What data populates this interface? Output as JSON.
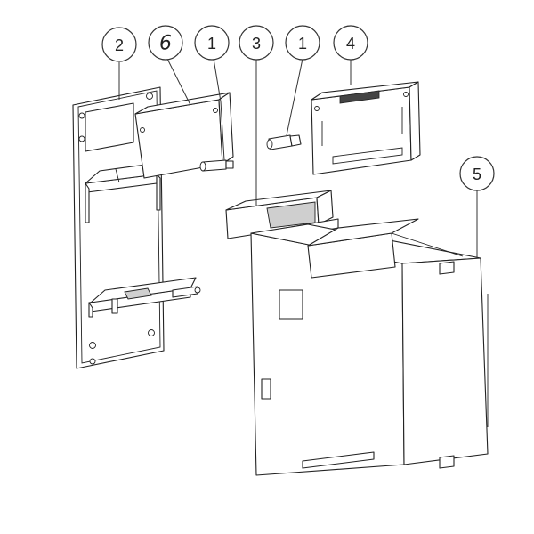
{
  "balloons": [
    {
      "label": "2",
      "highlight": false
    },
    {
      "label": "6",
      "highlight": true
    },
    {
      "label": "1",
      "highlight": false
    },
    {
      "label": "3",
      "highlight": false
    },
    {
      "label": "1",
      "highlight": false
    },
    {
      "label": "4",
      "highlight": false
    },
    {
      "label": "5",
      "highlight": false
    }
  ],
  "colors": {
    "highlight": "#5b9bd5",
    "line": "#222222",
    "shade": "#cfcfcf"
  }
}
